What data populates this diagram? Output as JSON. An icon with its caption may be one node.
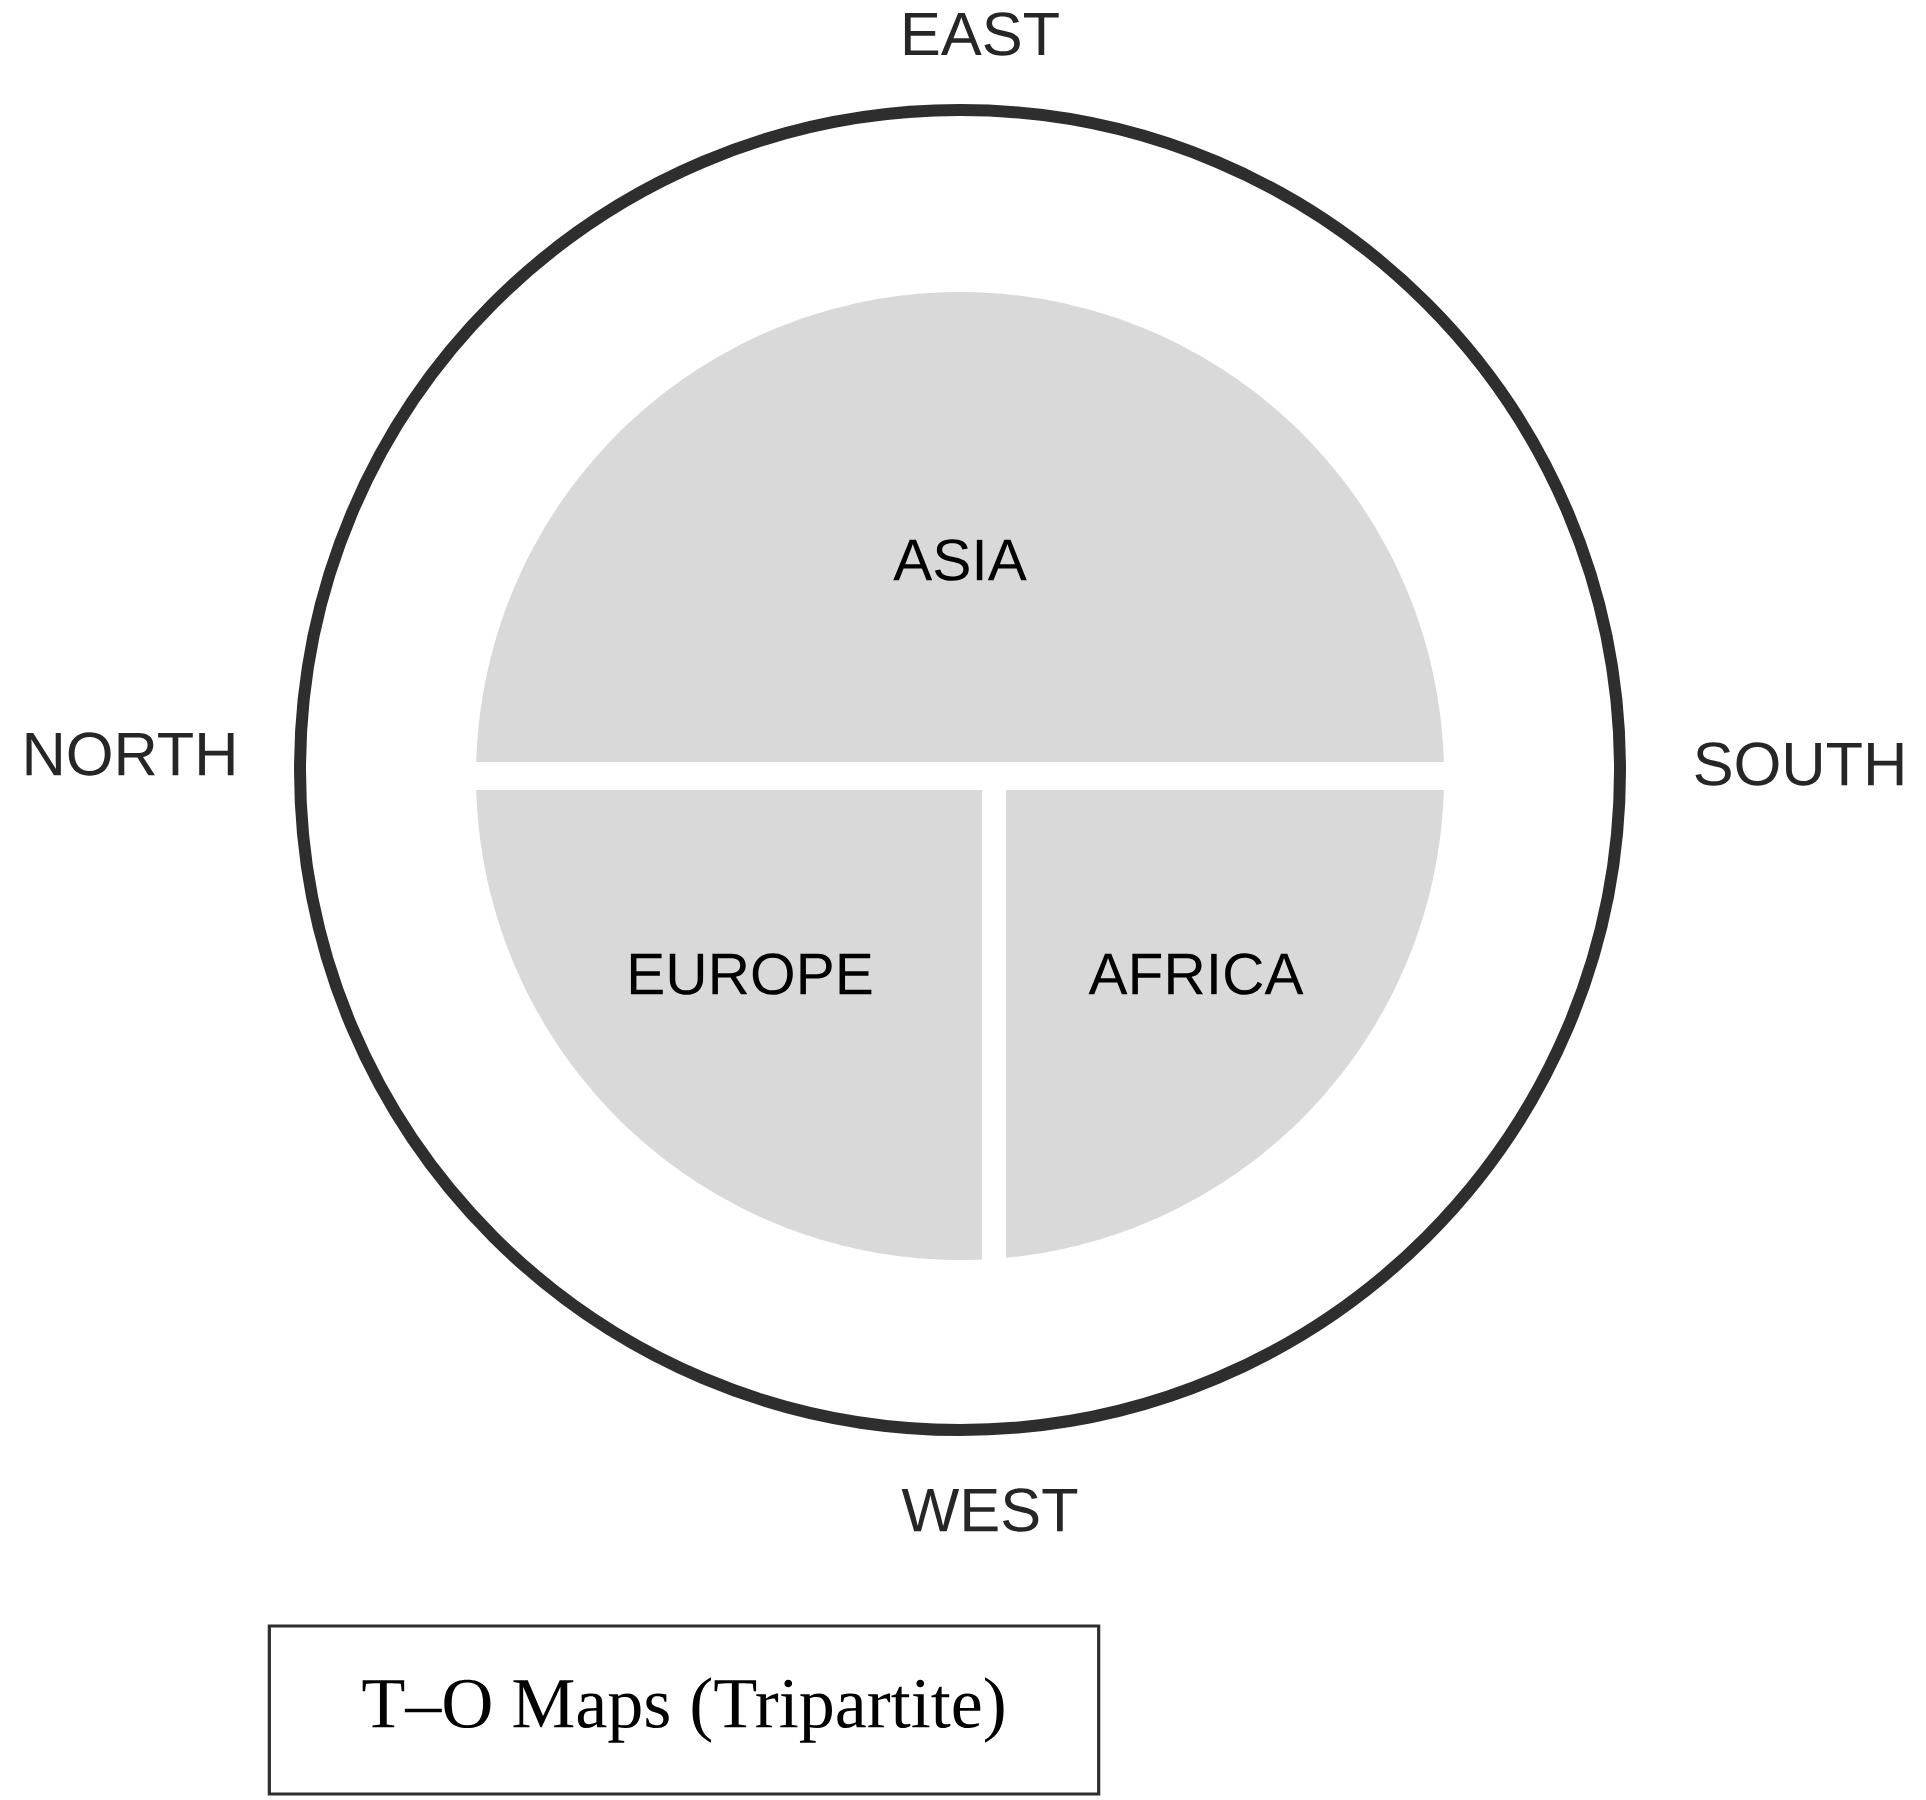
{
  "diagram": {
    "caption": "T–O Maps (Tripartite)",
    "nodes": [
      {
        "text": [],
        "shape": "circle"
      },
      {
        "text": [
          "ASIA"
        ],
        "in": 0
      },
      {
        "text": [
          "EUROPE"
        ],
        "in": 0
      },
      {
        "text": [
          "AFRICA"
        ],
        "in": 0
      }
    ],
    "labels": [
      "EAST",
      "NORTH",
      "SOUTH",
      "WEST"
    ]
  }
}
